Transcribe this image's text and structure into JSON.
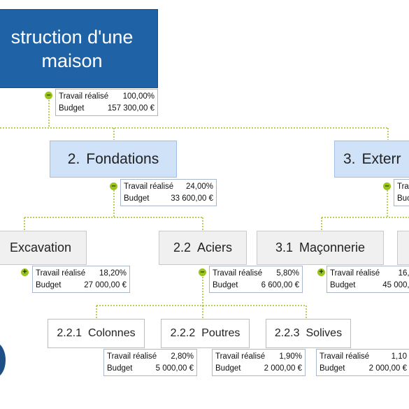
{
  "root": {
    "line1": "struction d'une",
    "line2": "maison",
    "info": {
      "travail_label": "Travail réalisé",
      "travail": "100,00%",
      "budget_label": "Budget",
      "budget": "157 300,00 €"
    }
  },
  "nodes": {
    "fondations": {
      "code": "2.",
      "label": "Fondations",
      "info": {
        "travail_label": "Travail réalisé",
        "travail": "24,00%",
        "budget_label": "Budget",
        "budget": "33 600,00 €"
      }
    },
    "exterieur": {
      "code": "3.",
      "label": "Exterr",
      "info": {
        "travail_label": "Trav",
        "budget_label": "Buc"
      }
    },
    "excavation": {
      "label": "Excavation",
      "info": {
        "travail_label": "Travail réalisé",
        "travail": "18,20%",
        "budget_label": "Budget",
        "budget": "27 000,00 €"
      }
    },
    "aciers": {
      "code": "2.2",
      "label": "Aciers",
      "info": {
        "travail_label": "Travail réalisé",
        "travail": "5,80%",
        "budget_label": "Budget",
        "budget": "6 600,00 €"
      }
    },
    "maconnerie": {
      "code": "3.1",
      "label": "Maçonnerie",
      "info": {
        "travail_label": "Travail réalisé",
        "travail": "16,2",
        "budget_label": "Budget",
        "budget": "45 000,0"
      }
    },
    "colonnes": {
      "code": "2.2.1",
      "label": "Colonnes",
      "info": {
        "travail_label": "Travail réalisé",
        "travail": "2,80%",
        "budget_label": "Budget",
        "budget": "5 000,00 €"
      }
    },
    "poutres": {
      "code": "2.2.2",
      "label": "Poutres",
      "info": {
        "travail_label": "Travail réalisé",
        "travail": "1,90%",
        "budget_label": "Budget",
        "budget": "2 000,00 €"
      }
    },
    "solives": {
      "code": "2.2.3",
      "label": "Solives",
      "info": {
        "travail_label": "Travail réalisé",
        "travail": "1,10",
        "budget_label": "Budget",
        "budget": "2 000,00 €"
      }
    }
  },
  "toggles": {
    "collapse": "–",
    "expand": "+"
  },
  "colors": {
    "root": "#1f63a6",
    "level1": "#cfe2f7",
    "level2": "#f0f0f0",
    "connector": "#9bc41b"
  }
}
